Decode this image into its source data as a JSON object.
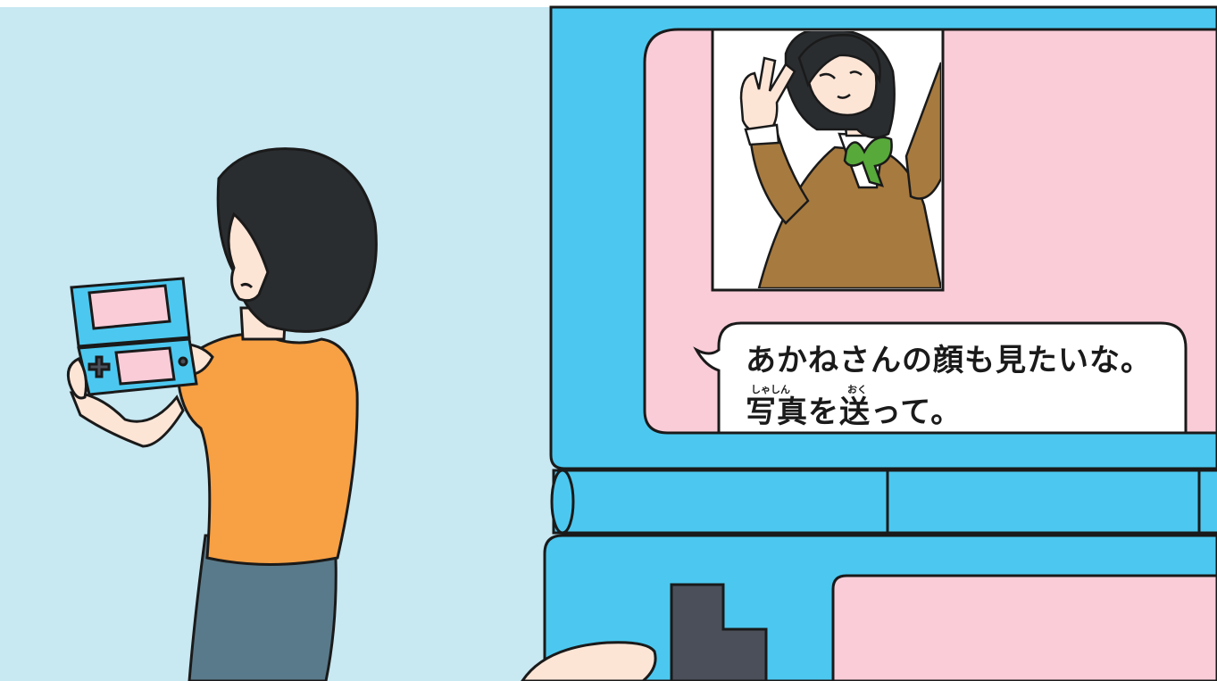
{
  "scene": {
    "description_colors": {
      "wall": "#c8e8f2",
      "console_body": "#4cc8f0",
      "screen_pink": "#f9ccd8",
      "shirt": "#f7a044",
      "pants": "#597a8a",
      "hair": "#2a2d30",
      "skin": "#fde5d6",
      "blazer": "#a77a3f",
      "ribbon": "#57a93a",
      "dpad": "#4a4f59"
    }
  },
  "message": {
    "line1": "あかねさんの顔も見たいな。",
    "ruby_shashin": "しゃしん",
    "ruby_oku": "おく",
    "line2": "写真を送って。"
  }
}
